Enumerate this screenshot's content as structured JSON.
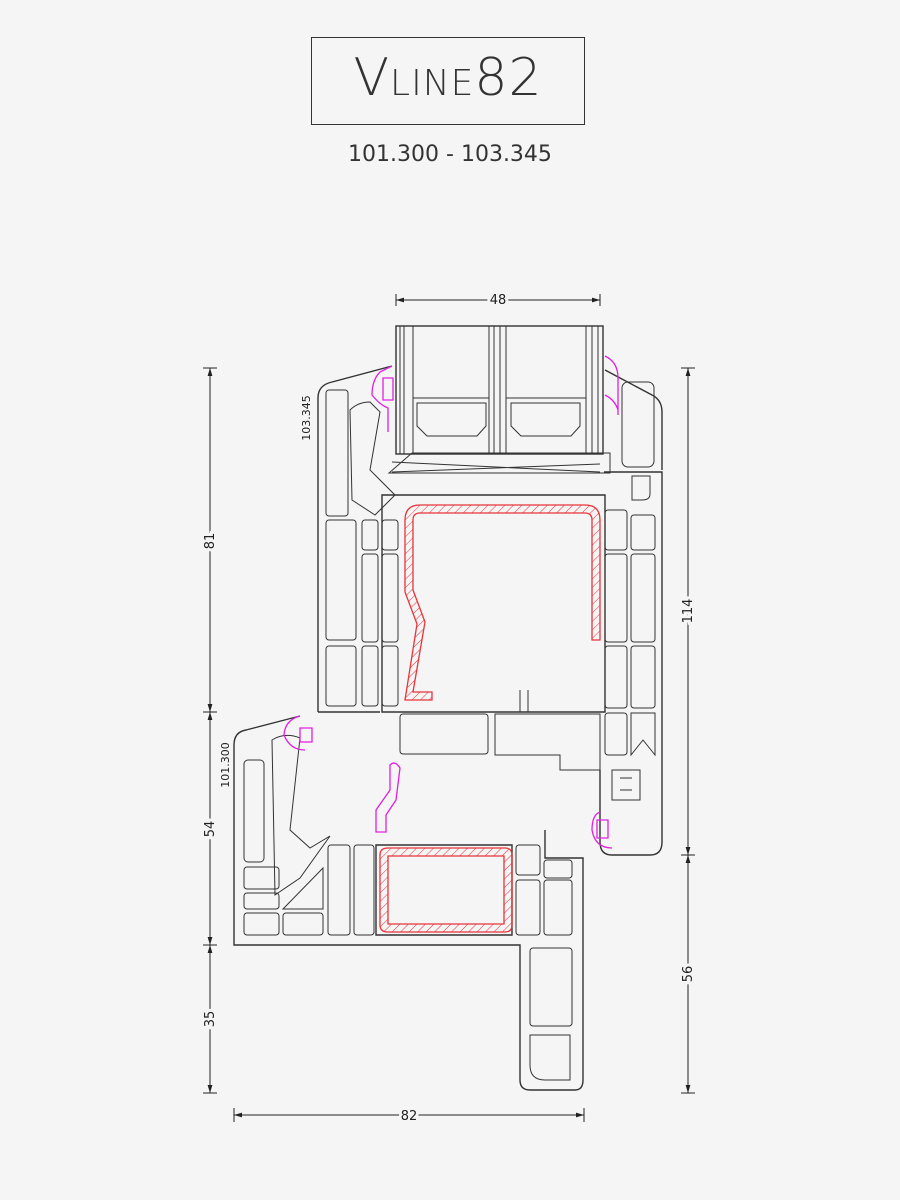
{
  "logo": {
    "v": "V",
    "line": "LINE",
    "num": "82"
  },
  "subtitle": "101.300 - 103.345",
  "dimensions": {
    "glass_width": "48",
    "sash_height": "81",
    "frame_mid": "54",
    "frame_bottom": "35",
    "total_right": "114",
    "right_bottom": "56",
    "total_width": "82",
    "sash_code": "103.345",
    "frame_code": "101.300"
  },
  "colors": {
    "line": "#333333",
    "reinforcement": "#e8343a",
    "gasket": "#e020e0",
    "background": "#f5f5f5"
  }
}
